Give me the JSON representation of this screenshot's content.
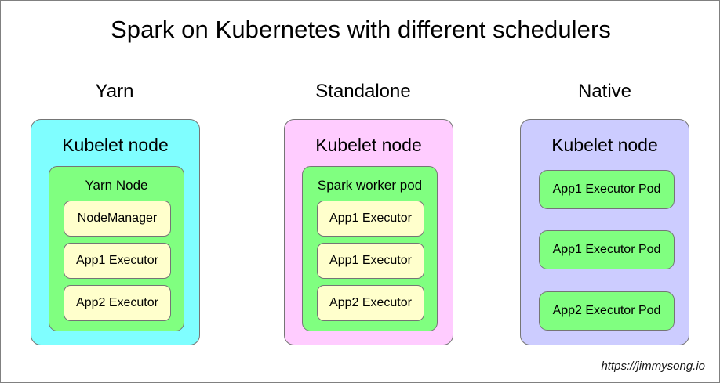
{
  "page": {
    "title": "Spark on Kubernetes with different schedulers",
    "watermark": "https://jimmysong.io",
    "background_color": "#ffffff",
    "border_color": "#808080"
  },
  "palette": {
    "yarn_node_bg": "#7ffeff",
    "standalone_node_bg": "#ffccff",
    "native_node_bg": "#ccccff",
    "inner_container_bg": "#80ff80",
    "executor_pod_bg": "#ffffcc",
    "native_pod_bg": "#80ff80",
    "stroke": "#757575",
    "text": "#000000"
  },
  "columns": [
    {
      "label": "Yarn",
      "node_title": "Kubelet node",
      "inner": {
        "title": "Yarn Node",
        "pods": [
          {
            "label": "NodeManager"
          },
          {
            "label": "App1 Executor"
          },
          {
            "label": "App2 Executor"
          }
        ]
      }
    },
    {
      "label": "Standalone",
      "node_title": "Kubelet node",
      "inner": {
        "title": "Spark worker pod",
        "pods": [
          {
            "label": "App1 Executor"
          },
          {
            "label": "App1 Executor"
          },
          {
            "label": "App2 Executor"
          }
        ]
      }
    },
    {
      "label": "Native",
      "node_title": "Kubelet node",
      "inner": null,
      "pods": [
        {
          "label": "App1 Executor Pod"
        },
        {
          "label": "App1 Executor Pod"
        },
        {
          "label": "App2 Executor Pod"
        }
      ]
    }
  ]
}
